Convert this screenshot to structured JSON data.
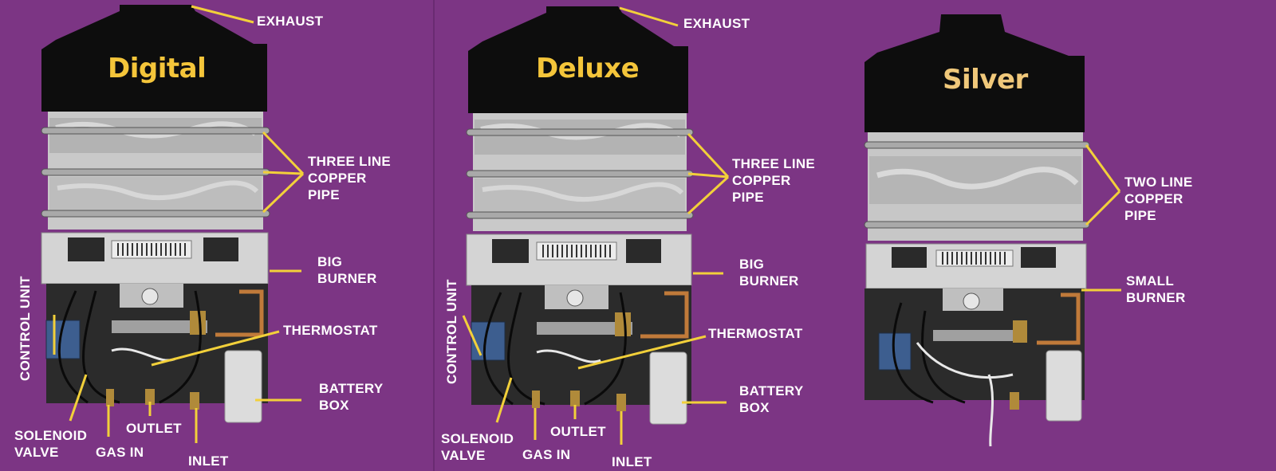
{
  "colors": {
    "background": "#7c3584",
    "label_text": "#ffffff",
    "leader_line": "#f2d03a",
    "model_title": "#f4c53a",
    "silver_title": "#f0c87a"
  },
  "units": [
    {
      "model": "Digital",
      "labels": {
        "exhaust": "EXHAUST",
        "pipe": "THREE LINE\nCOPPER\nPIPE",
        "burner": "BIG\nBURNER",
        "thermostat": "THERMOSTAT",
        "battery": "BATTERY\nBOX",
        "control": "CONTROL UNIT",
        "solenoid": "SOLENOID\nVALVE",
        "gas_in": "GAS IN",
        "outlet": "OUTLET",
        "inlet": "INLET"
      }
    },
    {
      "model": "Deluxe",
      "labels": {
        "exhaust": "EXHAUST",
        "pipe": "THREE LINE\nCOPPER\nPIPE",
        "burner": "BIG\nBURNER",
        "thermostat": "THERMOSTAT",
        "battery": "BATTERY\nBOX",
        "control": "CONTROL UNIT",
        "solenoid": "SOLENOID\nVALVE",
        "gas_in": "GAS IN",
        "outlet": "OUTLET",
        "inlet": "INLET"
      }
    },
    {
      "model": "Silver",
      "labels": {
        "pipe": "TWO LINE\nCOPPER\nPIPE",
        "burner": "SMALL\nBURNER"
      }
    }
  ]
}
